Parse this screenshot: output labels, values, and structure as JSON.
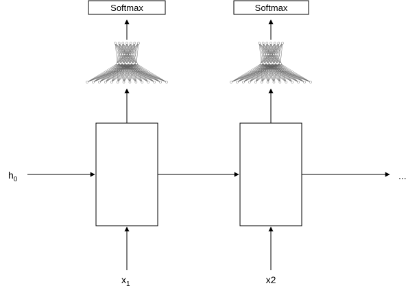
{
  "diagram": {
    "softmax_labels": [
      "Softmax",
      "Softmax"
    ],
    "inputs": [
      {
        "base": "x",
        "sub": "1"
      },
      {
        "base": "x2",
        "sub": ""
      }
    ],
    "initial_state": {
      "base": "h",
      "sub": "0"
    },
    "continuation": "..."
  }
}
